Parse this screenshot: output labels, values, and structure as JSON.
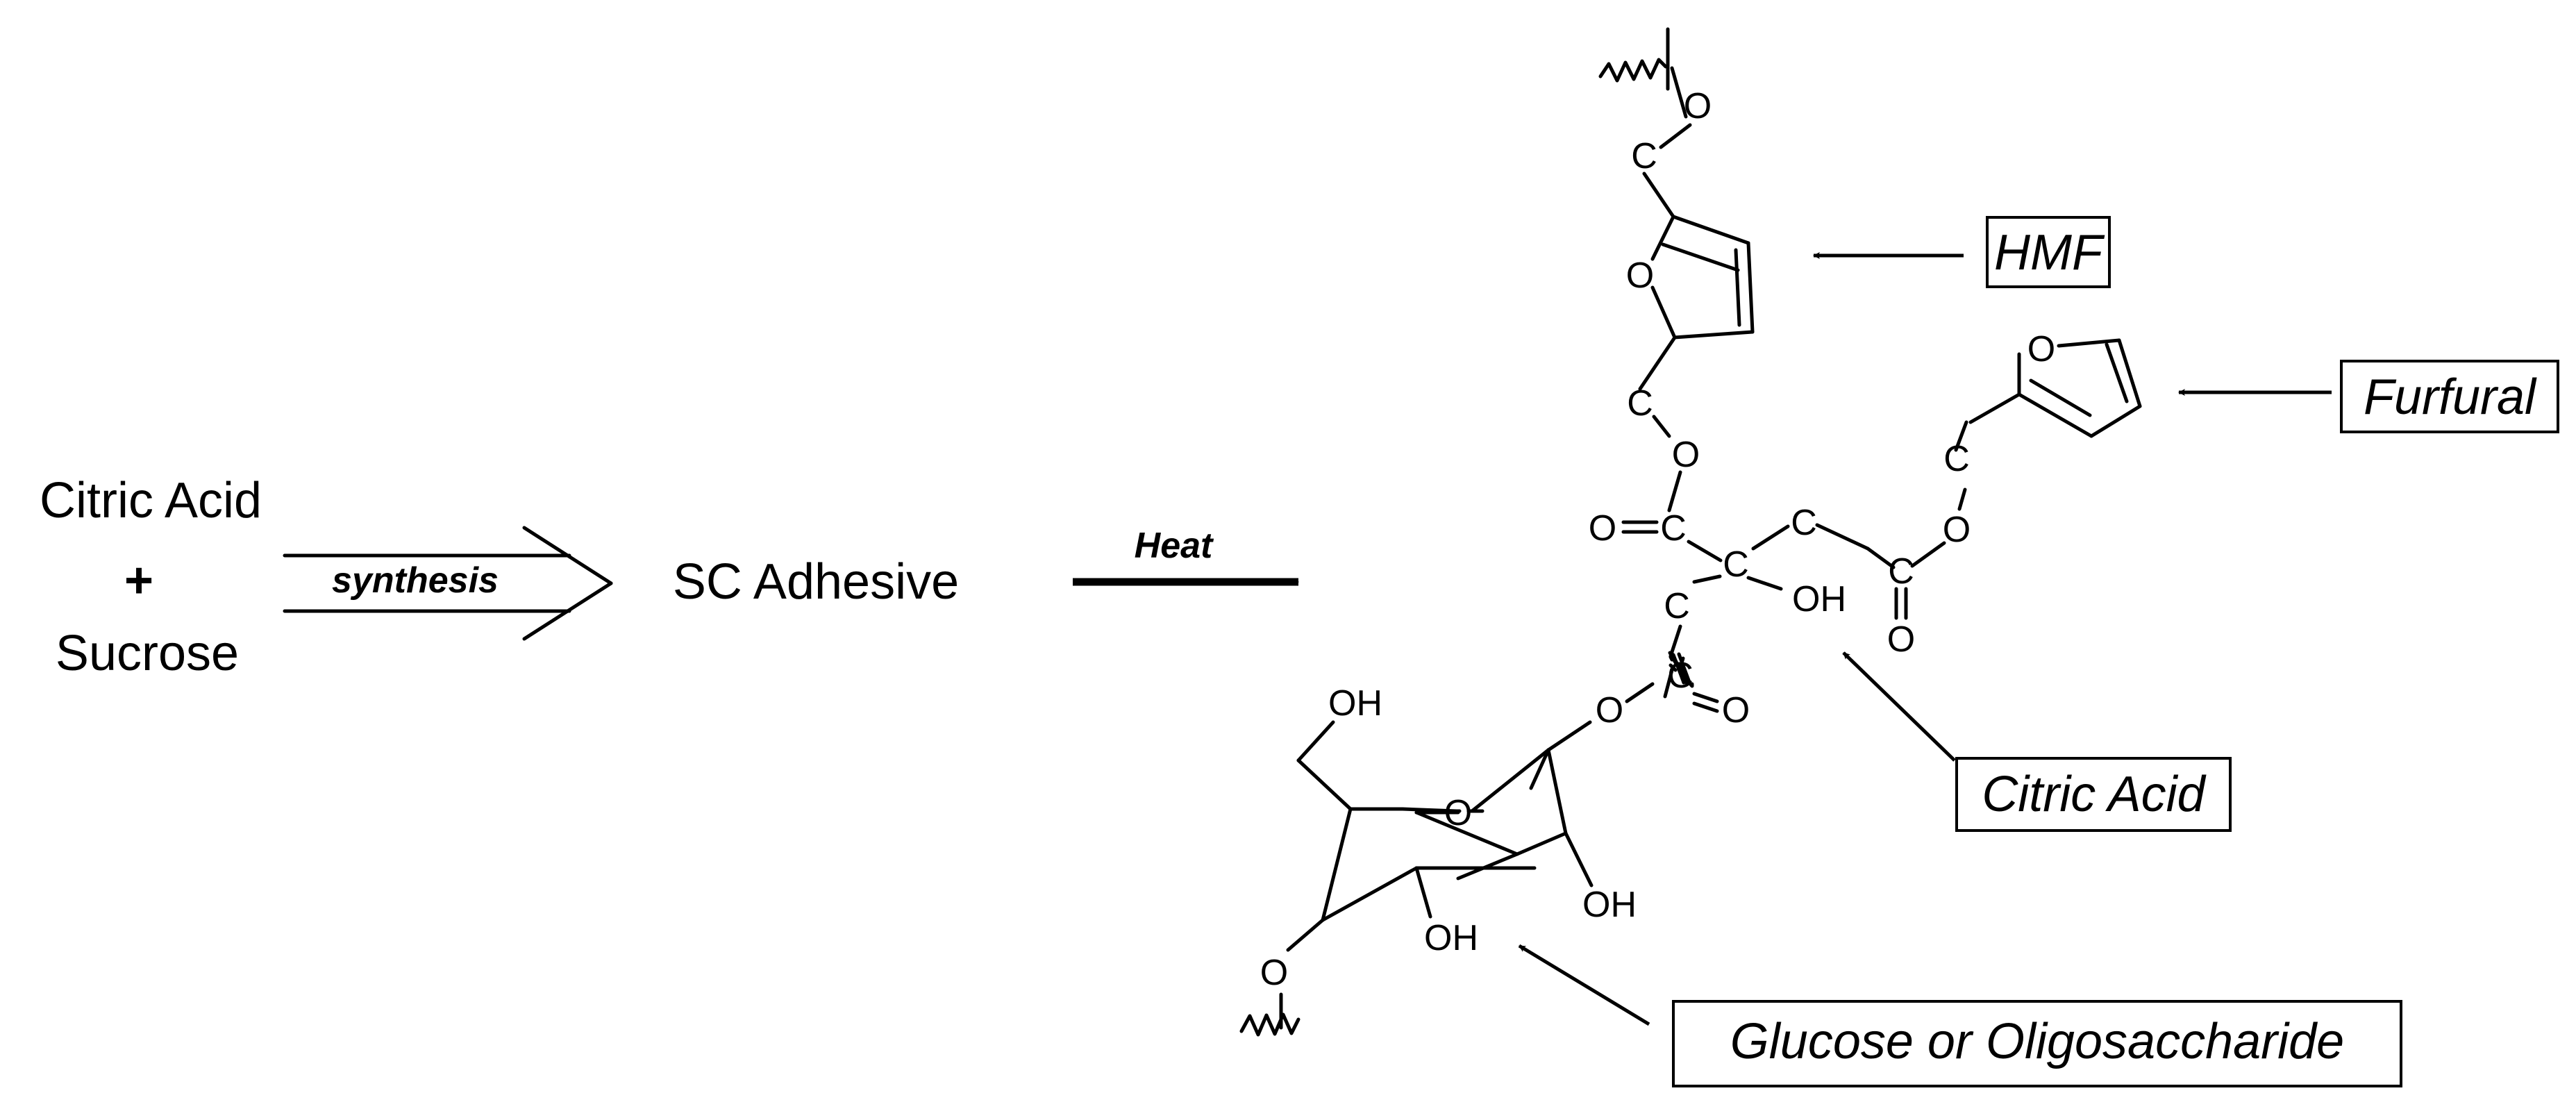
{
  "reaction": {
    "reactant1": "Citric Acid",
    "plus": "+",
    "reactant2": "Sucrose",
    "step1_label": "synthesis",
    "product": "SC Adhesive",
    "step2_label": "Heat"
  },
  "callouts": {
    "hmf": "HMF",
    "furfural": "Furfural",
    "citric_acid": "Citric Acid",
    "glucose": "Glucose or Oligosaccharide"
  },
  "atoms": {
    "c": "C",
    "o": "O",
    "oh": "OH"
  },
  "colors": {
    "ink": "#000000",
    "background": "#ffffff"
  }
}
